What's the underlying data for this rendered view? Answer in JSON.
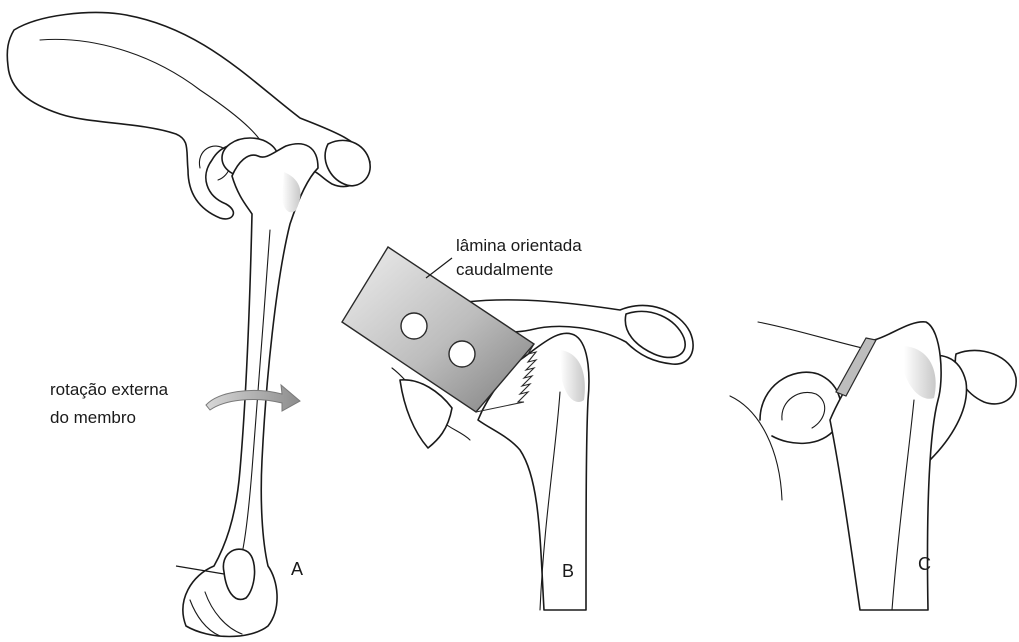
{
  "labels": {
    "blade": [
      "lâmina orientada",
      "caudalmente"
    ],
    "rotation": [
      "rotação externa",
      "do membro"
    ]
  },
  "panels": [
    "A",
    "B",
    "C"
  ],
  "colors": {
    "line": "#1a1a1a",
    "blade_light": "#e6e6e6",
    "blade_dark": "#8a8a8a",
    "arrow": "#9a9a9a"
  }
}
